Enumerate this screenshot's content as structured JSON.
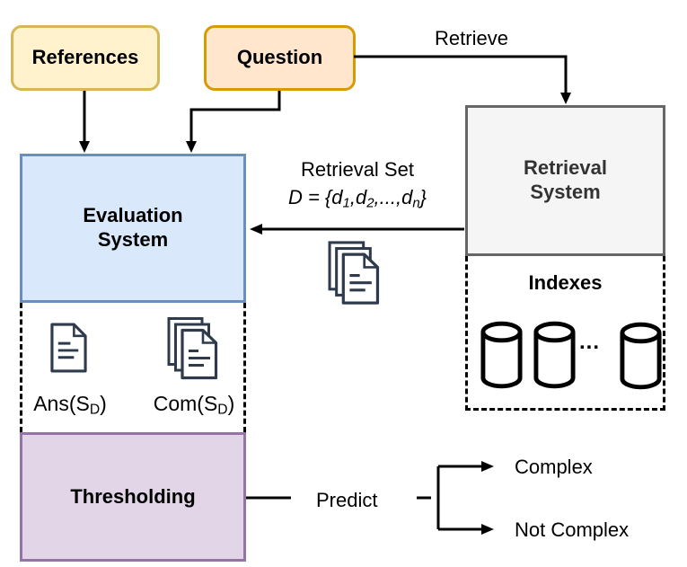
{
  "nodes": {
    "references": {
      "label": "References"
    },
    "question": {
      "label": "Question"
    },
    "evaluation": {
      "label": "Evaluation System"
    },
    "retrieval": {
      "label": "Retrieval System"
    },
    "indexes": {
      "label": "Indexes"
    },
    "thresholding": {
      "label": "Thresholding"
    }
  },
  "labels": {
    "retrieve": "Retrieve",
    "predict": "Predict",
    "complex": "Complex",
    "not_complex": "Not Complex",
    "dots": "..."
  },
  "retrieval_set": {
    "title": "Retrieval Set",
    "formula": [
      {
        "text": "D = {d"
      },
      {
        "text": "1"
      },
      {
        "text": ",d"
      },
      {
        "text": "2"
      },
      {
        "text": ",...,d"
      },
      {
        "text": "n"
      },
      {
        "text": "}"
      }
    ]
  },
  "ans_label": {
    "pre": "Ans(S",
    "sub": "D",
    "post": ")"
  },
  "com_label": {
    "pre": "Com(S",
    "sub": "D",
    "post": ")"
  },
  "icons": {
    "document": "document-icon",
    "documents_stack": "documents-stack-icon",
    "database": "database-icon"
  },
  "colors": {
    "references_fill": "#FFF2CC",
    "references_border": "#D6B656",
    "question_fill": "#FFE6CC",
    "question_border": "#D79B00",
    "evaluation_fill": "#DAE8FC",
    "evaluation_border": "#6C8EBF",
    "retrieval_fill": "#F5F5F5",
    "retrieval_border": "#666666",
    "retrieval_text": "#333333",
    "thresholding_fill": "#E1D5E7",
    "thresholding_border": "#9673A6",
    "document_icon_stroke": "#2F3B4C",
    "line": "#000000"
  }
}
